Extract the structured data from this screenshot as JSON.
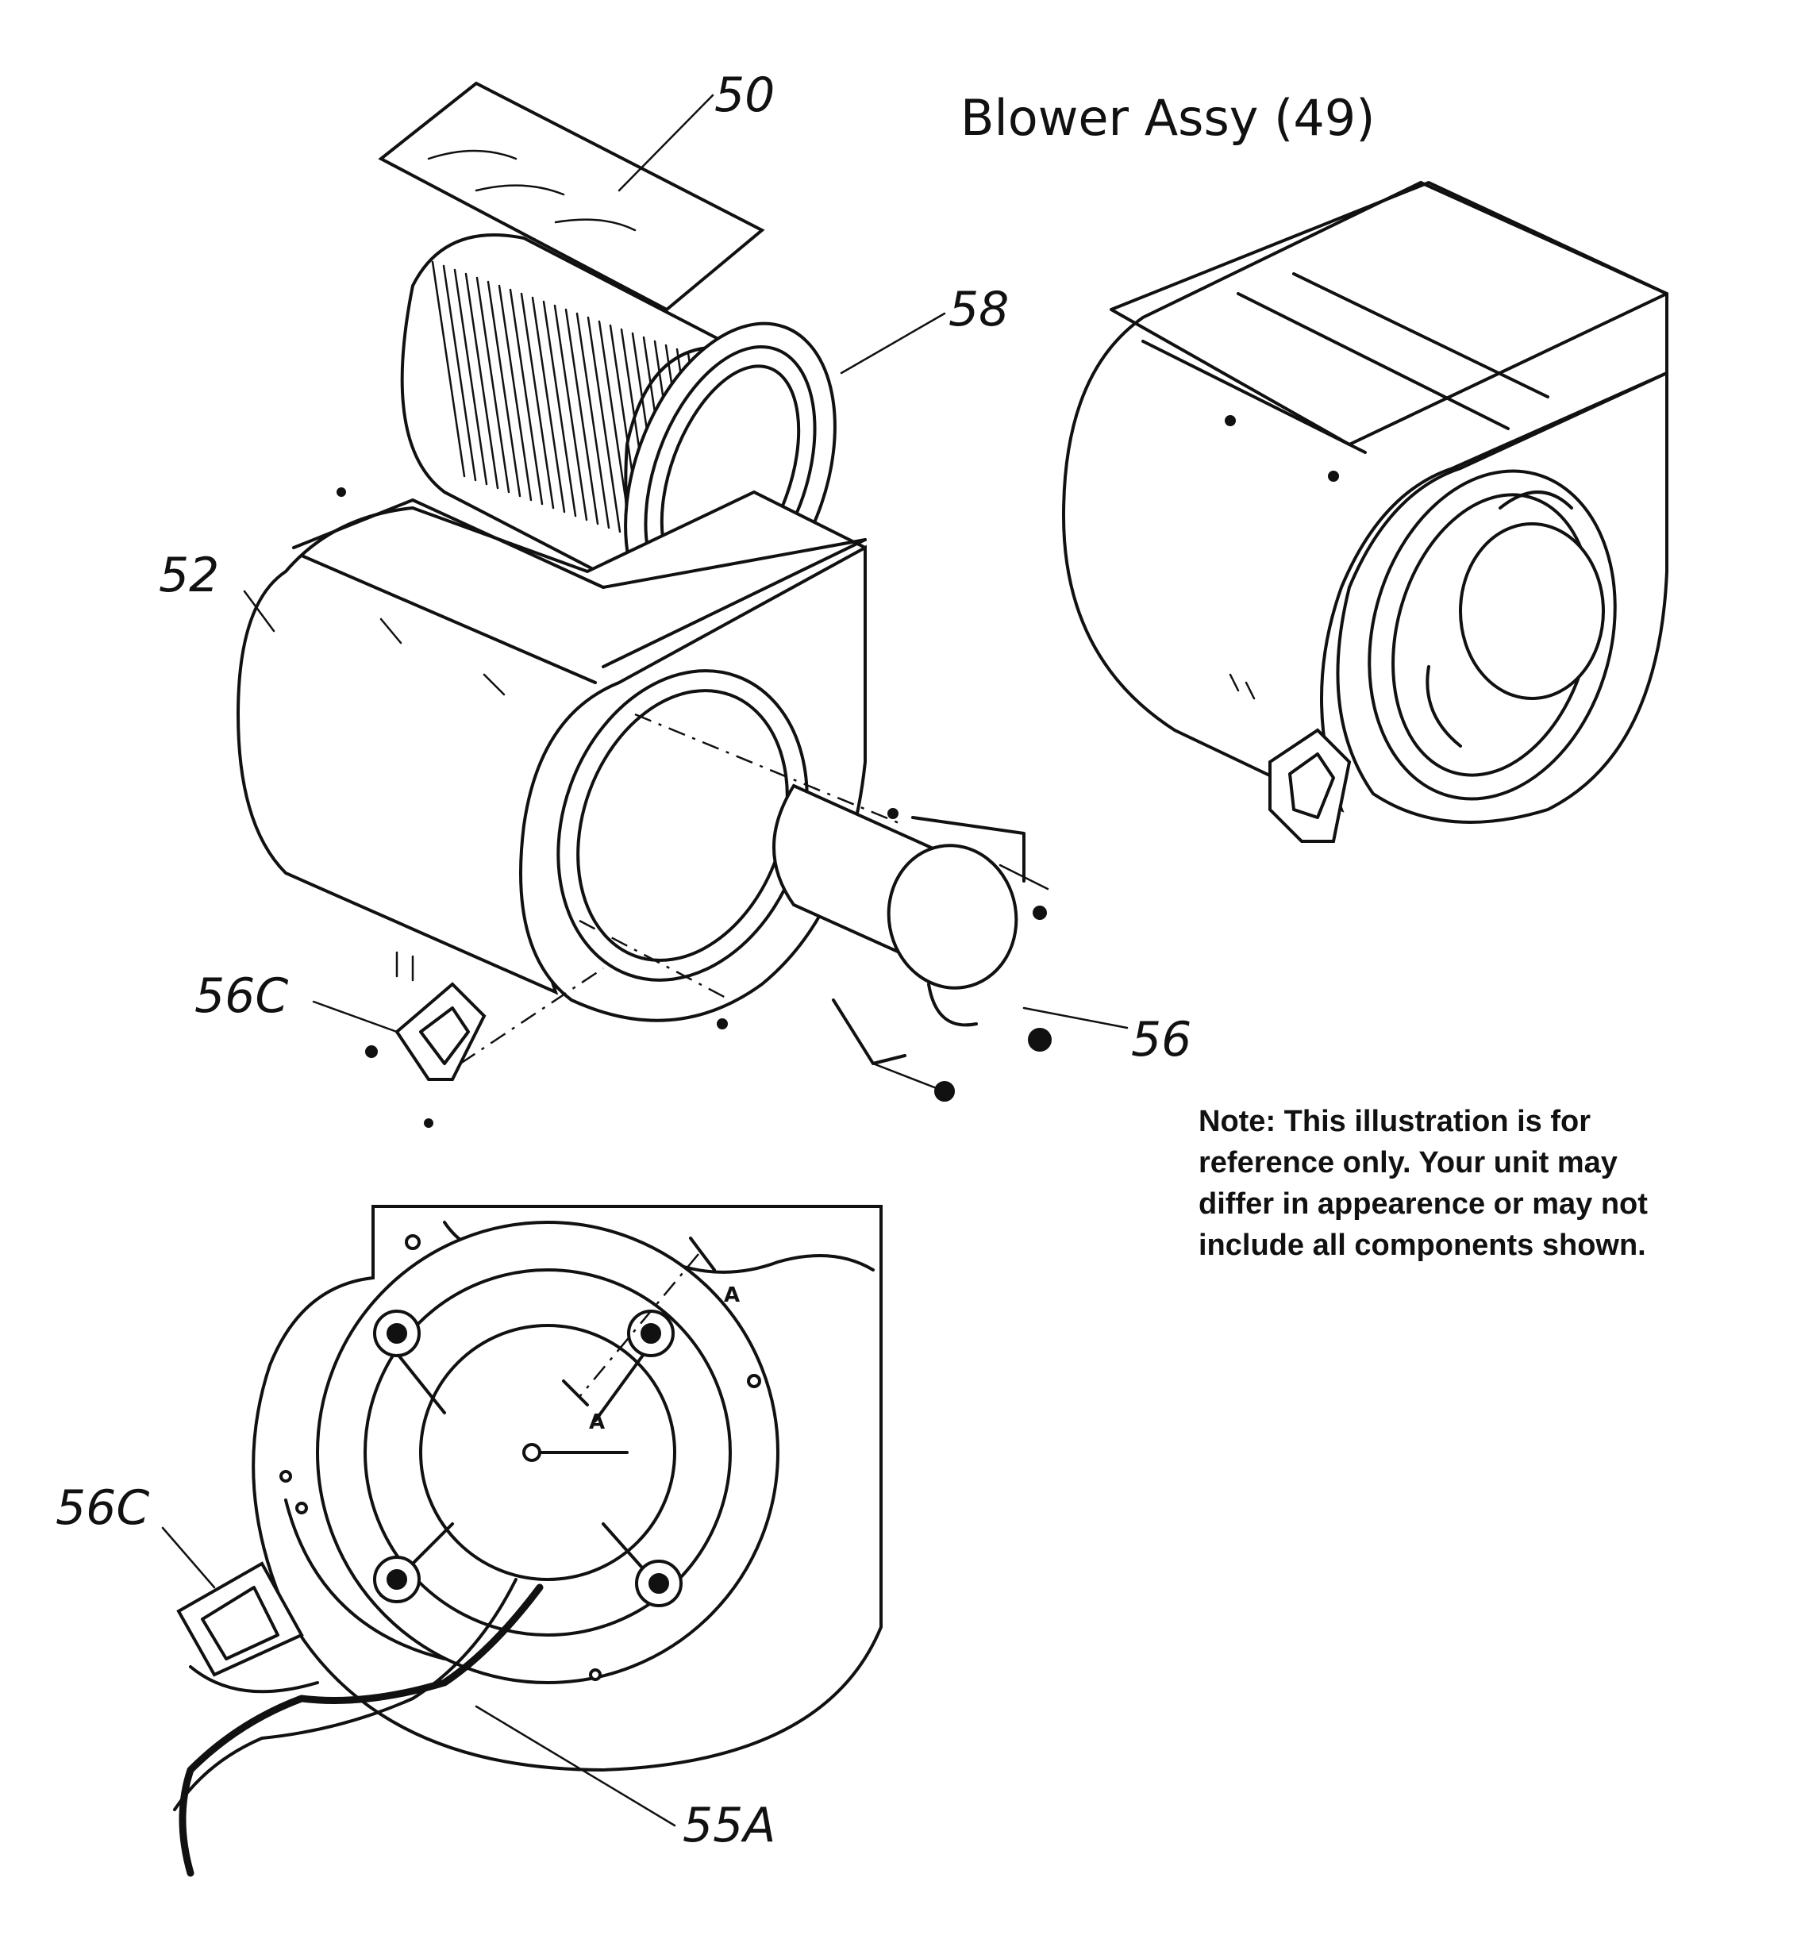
{
  "title": "Blower Assy (49)",
  "note": {
    "lines": [
      "Note: This illustration is for",
      "reference only. Your unit may",
      "differ in appearence or may not",
      "include all components shown."
    ]
  },
  "callouts": {
    "c50": "50",
    "c58": "58",
    "c52": "52",
    "c56c_top": "56C",
    "c56": "56",
    "c56c_bottom": "56C",
    "c55a": "55A"
  },
  "section_marks": {
    "a_upper": "A",
    "a_lower": "A"
  }
}
